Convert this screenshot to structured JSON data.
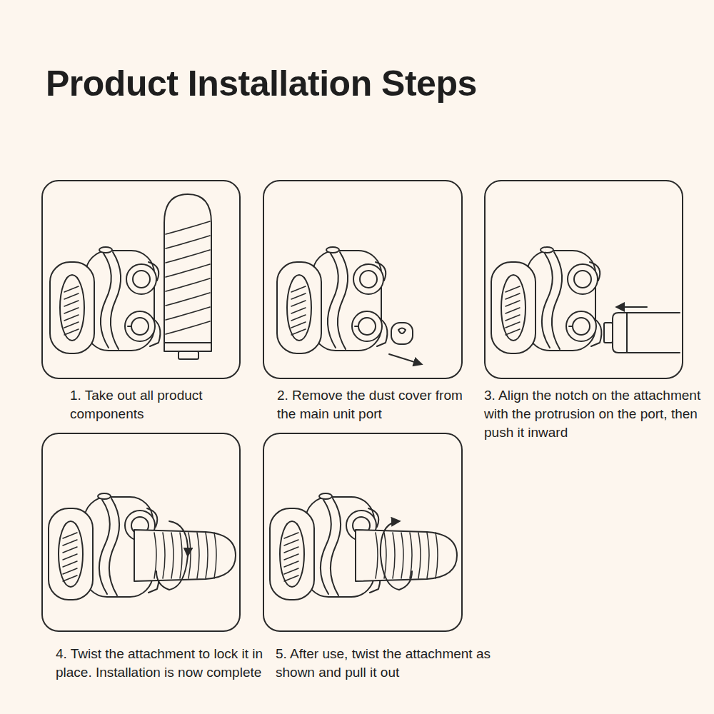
{
  "diagram": {
    "title": "Product Installation Steps",
    "nodes": [
      {
        "text": [
          "1. Take out all product components"
        ]
      },
      {
        "text": [
          "2. Remove the dust cover from the main unit port"
        ]
      },
      {
        "text": [
          "3. Align the notch on the attachment with the protrusion on the port, then push it inward"
        ]
      },
      {
        "text": [
          "4. Twist the attachment to lock it in place. Installation is now complete"
        ]
      },
      {
        "text": [
          "5. After use, twist the attachment as shown and pull it out"
        ]
      }
    ]
  }
}
